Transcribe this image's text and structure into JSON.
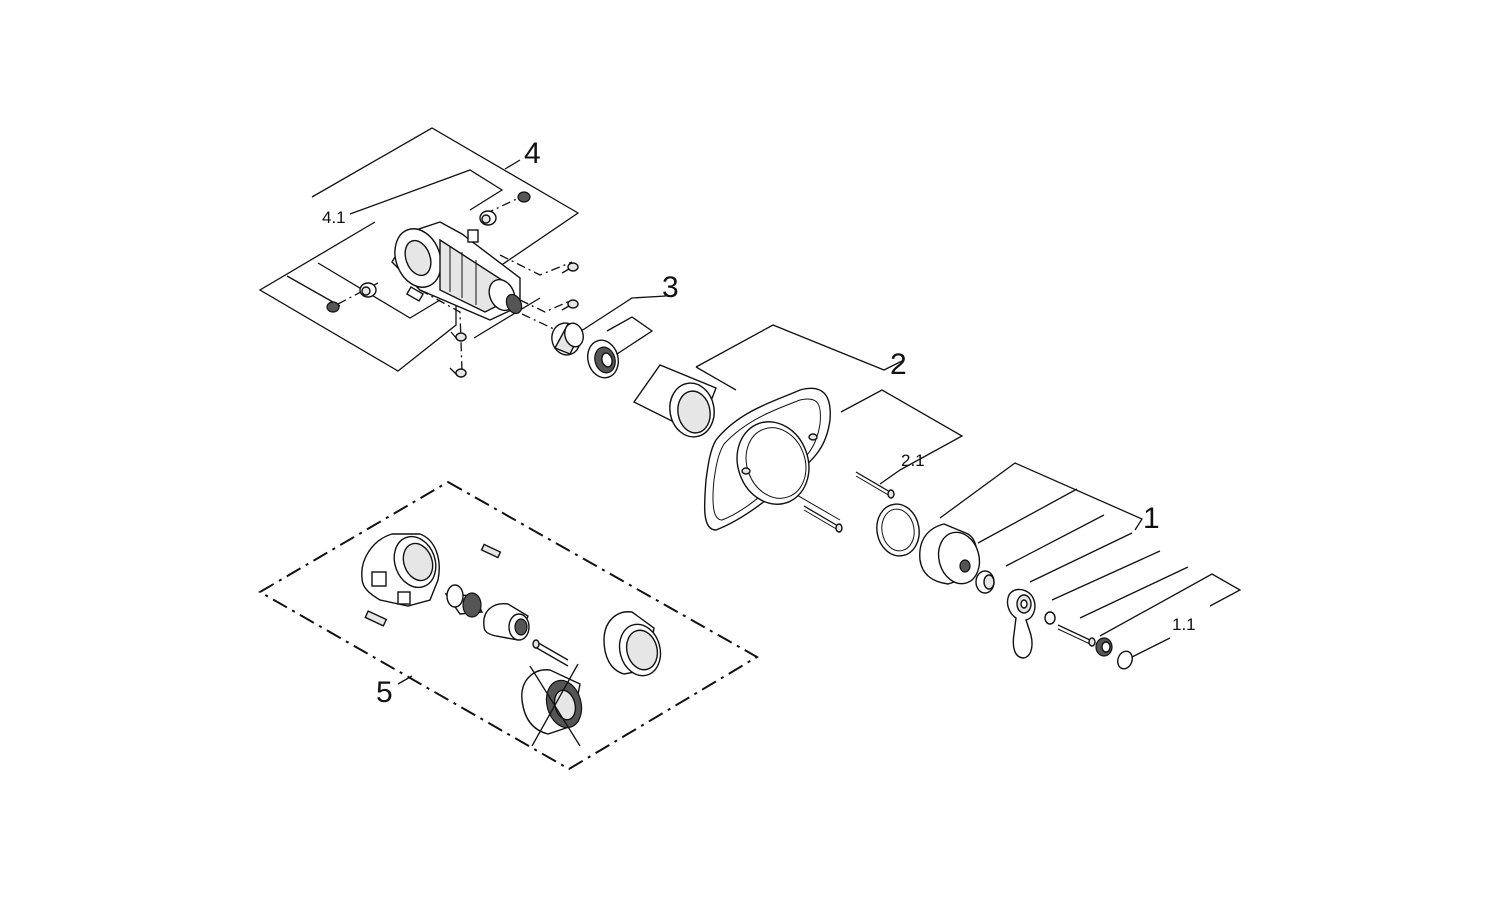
{
  "diagram": {
    "callouts": {
      "c1": "1",
      "c1_1": "1.1",
      "c2": "2",
      "c2_1": "2.1",
      "c3": "3",
      "c4": "4",
      "c4_1": "4.1",
      "c5": "5"
    }
  }
}
